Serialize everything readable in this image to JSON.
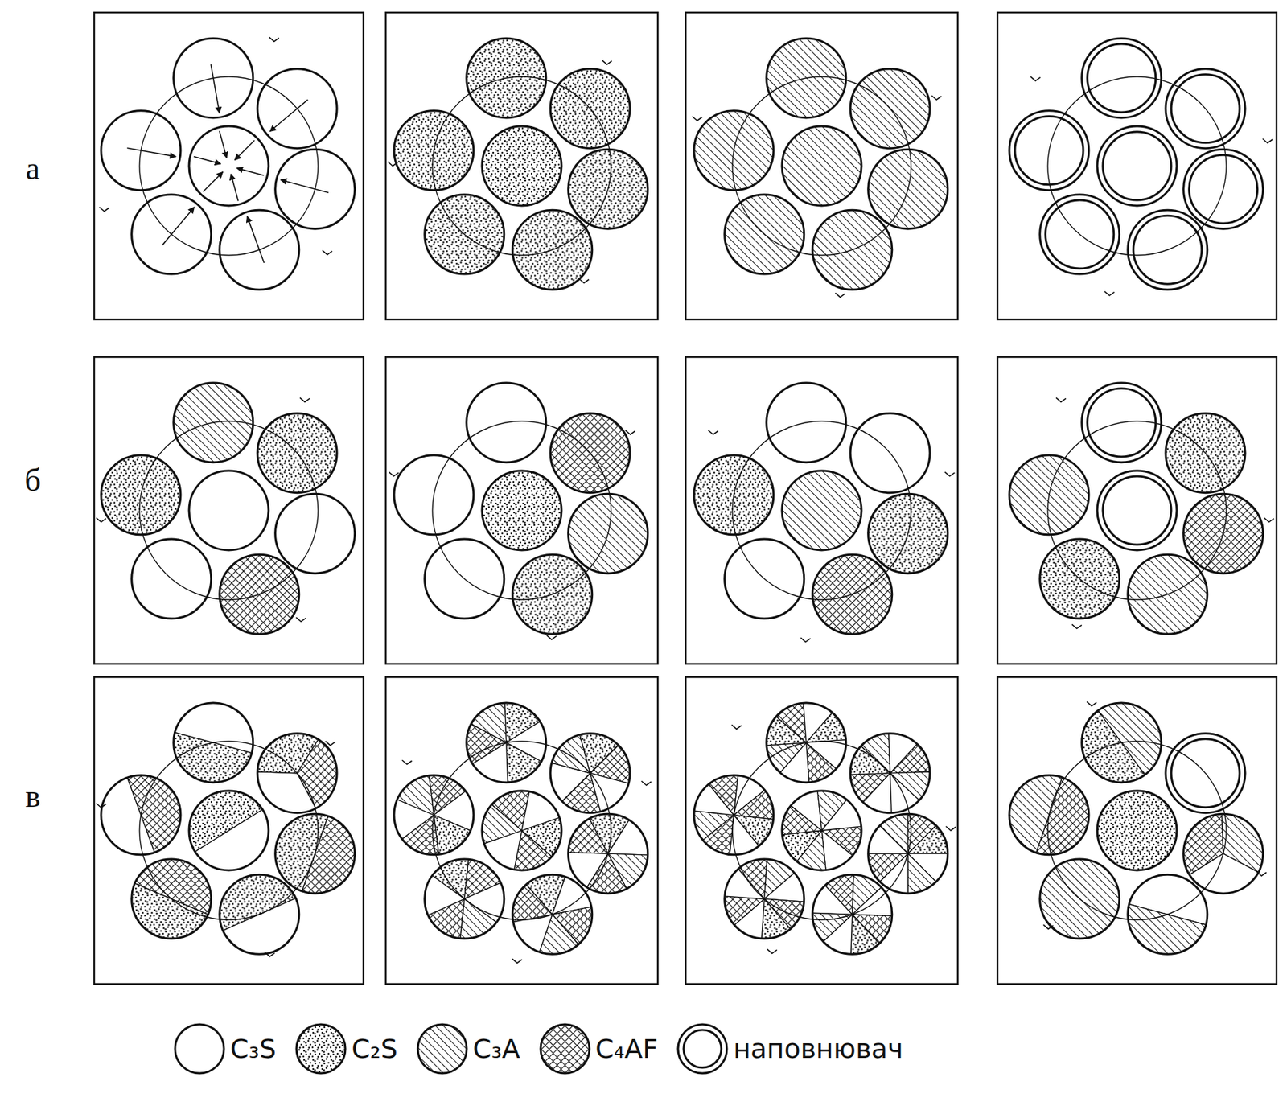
{
  "diagram": {
    "labels": [
      "а",
      "б",
      "в"
    ],
    "legend": [
      {
        "text": "C₃S"
      },
      {
        "text": "C₂S"
      },
      {
        "text": "C₃A"
      },
      {
        "text": "C₄AF"
      },
      {
        "text": "наповнювач"
      }
    ]
  }
}
